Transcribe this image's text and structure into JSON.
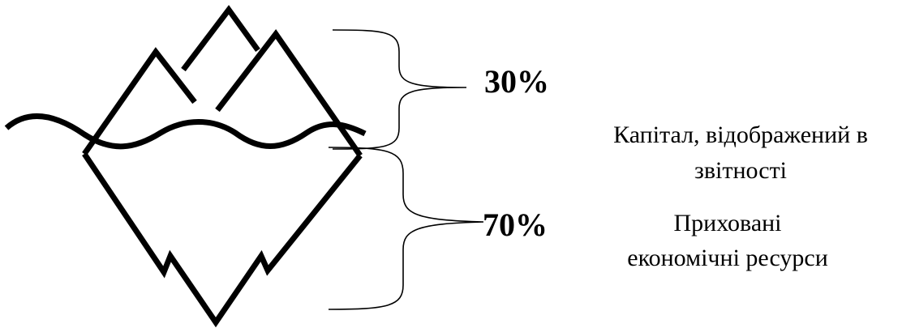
{
  "upper": {
    "percent": "30%",
    "label_lines": [
      "Капітал, відображений в",
      "звітності"
    ]
  },
  "lower": {
    "percent": "70%",
    "label_lines": [
      "Приховані",
      "економічні ресурси"
    ]
  }
}
